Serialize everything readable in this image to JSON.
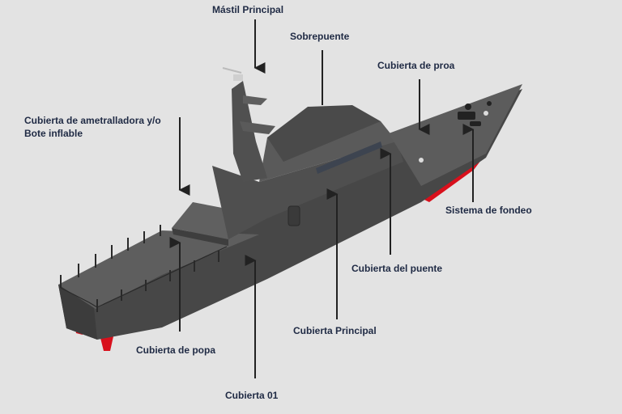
{
  "diagram": {
    "subject": "ship-3d-render",
    "colors": {
      "background": "#e3e3e3",
      "hull": "#4e4e4e",
      "deck": "#5f5f5f",
      "superstructure": "#555555",
      "waterline_red": "#d8101c",
      "label_text": "#1f2a44",
      "arrow": "#222222"
    },
    "labels": {
      "mastil_principal": "Mástil Principal",
      "sobrepuente": "Sobrepuente",
      "cubierta_de_proa": "Cubierta de proa",
      "cubierta_ametralladora_1": "Cubierta de ametralladora y/o",
      "cubierta_ametralladora_2": "Bote inflable",
      "sistema_de_fondeo": "Sistema de fondeo",
      "cubierta_del_puente": "Cubierta del puente",
      "cubierta_principal": "Cubierta Principal",
      "cubierta_de_popa": "Cubierta de popa",
      "cubierta_01": "Cubierta 01"
    }
  }
}
